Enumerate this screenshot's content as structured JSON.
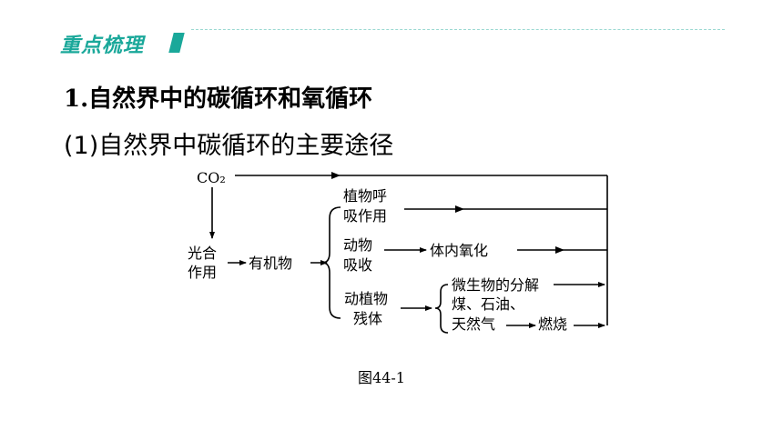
{
  "header": {
    "section_title": "重点梳理"
  },
  "heading_1": "1.自然界中的碳循环和氧循环",
  "heading_2": "(1)自然界中碳循环的主要途径",
  "diagram": {
    "co2": "CO₂",
    "photosynthesis_line1": "光合",
    "photosynthesis_line2": "作用",
    "organic_matter": "有机物",
    "plant_resp_line1": "植物呼",
    "plant_resp_line2": "吸作用",
    "animal_absorb_line1": "动物",
    "animal_absorb_line2": "吸收",
    "in_body_oxidation": "体内氧化",
    "remains_line1": "动植物",
    "remains_line2": "残体",
    "microbe_decomp": "微生物的分解",
    "fossil_line1": "煤、石油、",
    "fossil_line2": "天然气",
    "combustion": "燃烧"
  },
  "caption": "图44-1"
}
